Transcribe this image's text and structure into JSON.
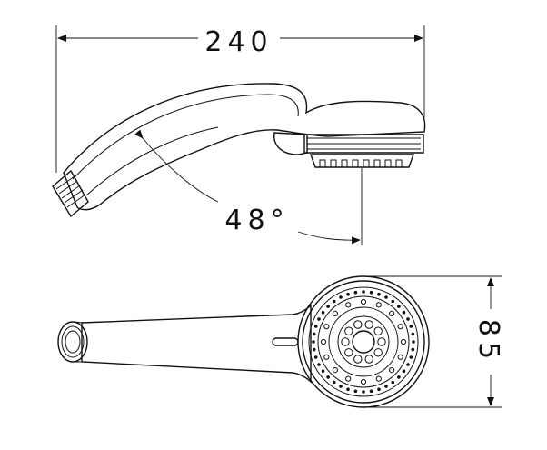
{
  "dimensions": {
    "length": "240",
    "angle": "48°",
    "diameter": "85"
  }
}
